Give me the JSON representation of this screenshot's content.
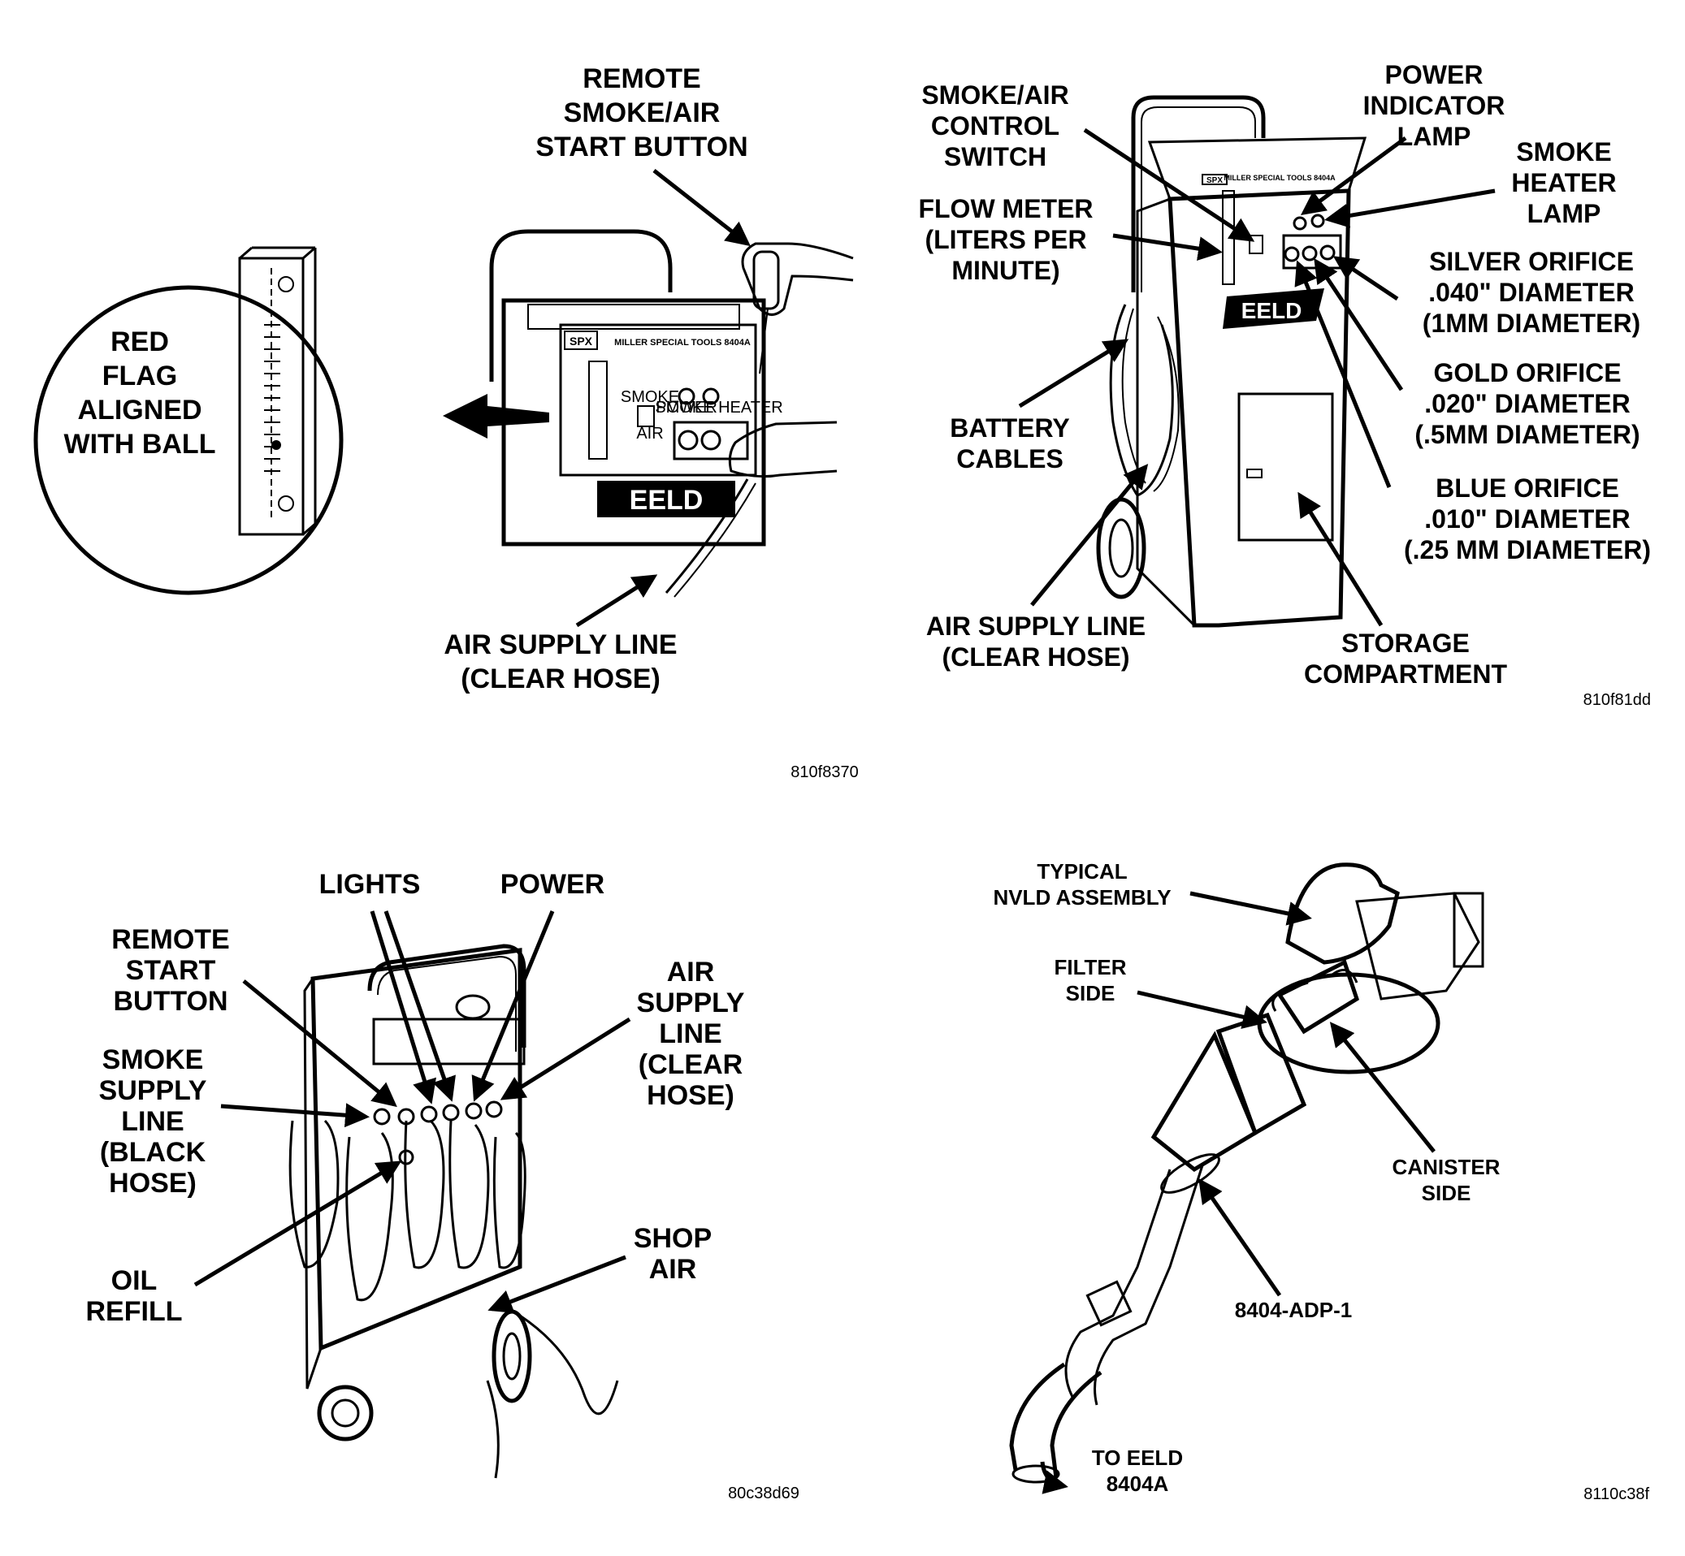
{
  "panel1": {
    "remote_button": [
      "REMOTE",
      "SMOKE/AIR",
      "START BUTTON"
    ],
    "red_flag": [
      "RED",
      "FLAG",
      "ALIGNED",
      "WITH BALL"
    ],
    "air_supply": [
      "AIR SUPPLY LINE",
      "(CLEAR HOSE)"
    ],
    "brand": "SPX",
    "maker": "MILLER SPECIAL TOOLS 8404A",
    "switch_label": "SMOKE",
    "switch_label2": "AIR",
    "power_small": "POWER",
    "heater_small": "SMOKE HEATER",
    "logo": "EELD",
    "code": "810f8370"
  },
  "panel2": {
    "smoke_switch": [
      "SMOKE/AIR",
      "CONTROL",
      "SWITCH"
    ],
    "power_lamp": [
      "POWER",
      "INDICATOR",
      "LAMP"
    ],
    "heater_lamp": [
      "SMOKE",
      "HEATER",
      "LAMP"
    ],
    "flow_meter": [
      "FLOW METER",
      "(LITERS PER",
      "MINUTE)"
    ],
    "silver": [
      "SILVER ORIFICE",
      ".040\" DIAMETER",
      "(1MM DIAMETER)"
    ],
    "gold": [
      "GOLD ORIFICE",
      ".020\" DIAMETER",
      "(.5MM DIAMETER)"
    ],
    "blue": [
      "BLUE ORIFICE",
      ".010\" DIAMETER",
      "(.25 MM DIAMETER)"
    ],
    "battery": [
      "BATTERY",
      "CABLES"
    ],
    "air_supply": [
      "AIR SUPPLY LINE",
      "(CLEAR HOSE)"
    ],
    "storage": [
      "STORAGE",
      "COMPARTMENT"
    ],
    "brand": "SPX",
    "maker": "MILLER SPECIAL TOOLS 8404A",
    "logo": "EELD",
    "code": "810f81dd"
  },
  "panel3": {
    "lights": "LIGHTS",
    "power": "POWER",
    "remote": [
      "REMOTE",
      "START",
      "BUTTON"
    ],
    "air_supply": [
      "AIR",
      "SUPPLY",
      "LINE",
      "(CLEAR",
      "HOSE)"
    ],
    "smoke_supply": [
      "SMOKE",
      "SUPPLY",
      "LINE",
      "(BLACK",
      "HOSE)"
    ],
    "oil": [
      "OIL",
      "REFILL"
    ],
    "shop_air": [
      "SHOP",
      "AIR"
    ],
    "code": "80c38d69"
  },
  "panel4": {
    "nvld": [
      "TYPICAL",
      "NVLD ASSEMBLY"
    ],
    "filter": [
      "FILTER",
      "SIDE"
    ],
    "canister": [
      "CANISTER",
      "SIDE"
    ],
    "adapter": "8404-ADP-1",
    "to_eeld": [
      "TO EELD",
      "8404A"
    ],
    "code": "8110c38f"
  }
}
